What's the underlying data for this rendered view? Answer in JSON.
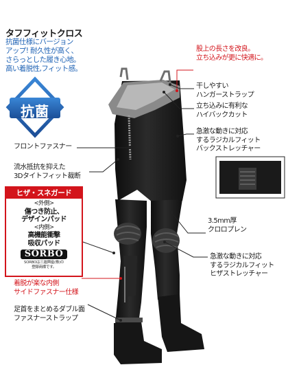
{
  "product": {
    "title": "タフフィットクロス",
    "intro_lines": [
      "抗菌仕様にバージョン",
      "アップ! 耐久性が高く、",
      "さらっとした履き心地。",
      "高い着脱性,フィット感。"
    ],
    "badge": "抗菌"
  },
  "callouts": {
    "thigh": [
      "股上の長さを改良。",
      "立ち込みが更に快適に。"
    ],
    "strap": [
      "干しやすい",
      "ハンガーストラップ"
    ],
    "highback": [
      "立ち込みに有利な",
      "ハイバックカット"
    ],
    "back_stretcher": [
      "急激な動きに対応",
      "するラジカルフィット",
      "バックストレッチャー"
    ],
    "front_zipper": "フロントファスナー",
    "cut": [
      "流水抵抗を抑えた",
      "3Dタイトフィット裁断"
    ],
    "neoprene": [
      "3.5mm厚",
      "クロロプレン"
    ],
    "knee_stretcher": [
      "急激な動きに対応",
      "するラジカルフィット",
      "ヒザストレッチャー"
    ],
    "side_zipper": [
      "着脱が楽な内側",
      "サイドファスナー仕様"
    ],
    "ankle_strap": [
      "足首をまとめるダブル面",
      "ファスナーストラップ"
    ]
  },
  "knee_guard": {
    "header": "ヒザ・スネガード",
    "outer_label": "<外側>",
    "outer_lines": [
      "傷つき防止、",
      "デザインパッド"
    ],
    "inner_label": "<内側>",
    "inner_lines": [
      "高機能衝撃",
      "吸収パッド"
    ],
    "brand": "SORBO",
    "note_lines": [
      "SORBOは三進興産(株)の",
      "登録商標です。"
    ]
  },
  "colors": {
    "blue": "#1f63b5",
    "red": "#d3141b",
    "garment": "#1b1b1b"
  }
}
